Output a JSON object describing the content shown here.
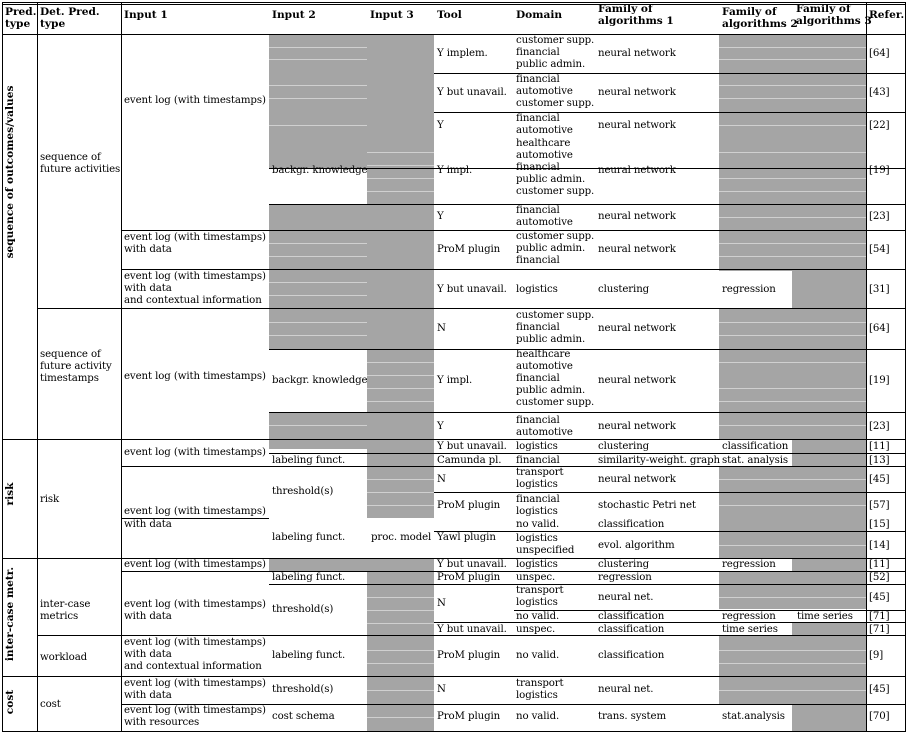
{
  "headers": {
    "pred_type": "Pred.\ntype",
    "det_pred_type": "Det. Pred.\ntype",
    "input1": "Input 1",
    "input2": "Input 2",
    "input3": "Input 3",
    "tool": "Tool",
    "domain": "Domain",
    "family1": "Family of\nalgorithms 1",
    "family2": "Family of\nalgorithms 2",
    "family3": "Family of\nalgorithms 3",
    "refer": "Refer."
  },
  "groups": [
    {
      "label": "sequence of outcomes/values"
    },
    {
      "label": "risk"
    },
    {
      "label": "inter-case metr."
    },
    {
      "label": "cost"
    }
  ],
  "subgroups": [
    {
      "label": "sequence of\nfuture activities"
    },
    {
      "label": "sequence of\nfuture activity\ntimestamps"
    },
    {
      "label": "risk"
    },
    {
      "label": "inter-case\nmetrics"
    },
    {
      "label": "workload"
    },
    {
      "label": "cost"
    }
  ],
  "input1_cells": [
    "event log (with timestamps)",
    "event log (with timestamps)\nwith data",
    "event log (with timestamps)\nwith data\nand contextual information",
    "event log (with timestamps)",
    "event log (with timestamps)",
    "event log (with timestamps)",
    "with data",
    "event log (with timestamps)",
    "event log (with timestamps)\nwith data",
    "event log (with timestamps)\nwith data\nand contextual information",
    "event log (with timestamps)\nwith data",
    "event log (with timestamps)\nwith resources"
  ],
  "input2_cells": [
    "backgr. knowledge",
    "backgr. knowledge",
    "labeling funct.",
    "threshold(s)",
    "labeling funct.",
    "labeling funct.",
    "threshold(s)",
    "labeling funct.",
    "threshold(s)",
    "cost schema"
  ],
  "input3_cells": [
    "proc. model"
  ],
  "tools": [
    "Y implem.",
    "Y but unavail.",
    "Y",
    "Y impl.",
    "Y",
    "ProM plugin",
    "Y but unavail.",
    "N",
    "Y impl.",
    "Y",
    "Y but unavail.",
    "Camunda pl.",
    "N",
    "ProM plugin",
    "Yawl plugin",
    "Y but unavail.",
    "ProM plugin",
    "N",
    "Y but unavail.",
    "ProM plugin",
    "N",
    "ProM plugin"
  ],
  "domains": [
    "customer supp.\nfinancial\npublic admin.",
    "financial\nautomotive\ncustomer supp.",
    "financial\nautomotive",
    "healthcare\nautomotive\nfinancial\npublic admin.\ncustomer supp.",
    "financial\nautomotive",
    "customer supp.\npublic admin.\nfinancial",
    "logistics",
    "customer supp.\nfinancial\npublic admin.",
    "healthcare\nautomotive\nfinancial\npublic admin.\ncustomer supp.",
    "financial\nautomotive",
    "logistics",
    "financial",
    "transport\nlogistics",
    "financial\nlogistics",
    "no valid.",
    "logistics\nunspecified",
    "logistics",
    "unspec.",
    "transport\nlogistics",
    "no valid.",
    "unspec.",
    "no valid.",
    "transport\nlogistics",
    "no valid."
  ],
  "family1": [
    "neural network",
    "neural network",
    "neural network",
    "neural network",
    "neural network",
    "neural network",
    "clustering",
    "neural network",
    "neural network",
    "neural network",
    "clustering",
    "similarity-weight. graph",
    "neural network",
    "stochastic Petri net",
    "classification",
    "evol. algorithm",
    "clustering",
    "regression",
    "neural net.",
    "classification",
    "classification",
    "classification",
    "neural net.",
    "trans. system"
  ],
  "family2": [
    "regression",
    "classification",
    "stat. analysis",
    "regression",
    "regression",
    "time series",
    "stat.analysis"
  ],
  "family3": [
    "time series"
  ],
  "refs": [
    "[64]",
    "[43]",
    "[22]",
    "[19]",
    "[23]",
    "[54]",
    "[31]",
    "[64]",
    "[19]",
    "[23]",
    "[11]",
    "[13]",
    "[45]",
    "[57]",
    "[15]",
    "[14]",
    "[11]",
    "[52]",
    "[45]",
    "[71]",
    "[71]",
    "[9]",
    "[45]",
    "[70]"
  ]
}
